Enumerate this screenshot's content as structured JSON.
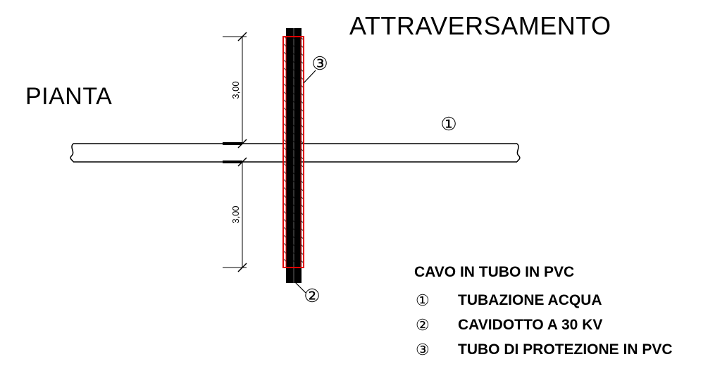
{
  "titles": {
    "main": "ATTRAVERSAMENTO",
    "plan": "PIANTA"
  },
  "dimensions": {
    "upper": "3,00",
    "lower": "3,00"
  },
  "markers": {
    "water_pipe": "①",
    "cable_duct": "②",
    "protection_pipe": "③"
  },
  "legend": {
    "heading": "CAVO IN TUBO IN PVC",
    "items": [
      {
        "num": "①",
        "label": "TUBAZIONE ACQUA"
      },
      {
        "num": "②",
        "label": "CAVIDOTTO A 30 KV"
      },
      {
        "num": "③",
        "label": "TUBO DI PROTEZIONE IN PVC"
      }
    ]
  },
  "colors": {
    "protection_pipe": "#e00000",
    "line": "#000000"
  }
}
